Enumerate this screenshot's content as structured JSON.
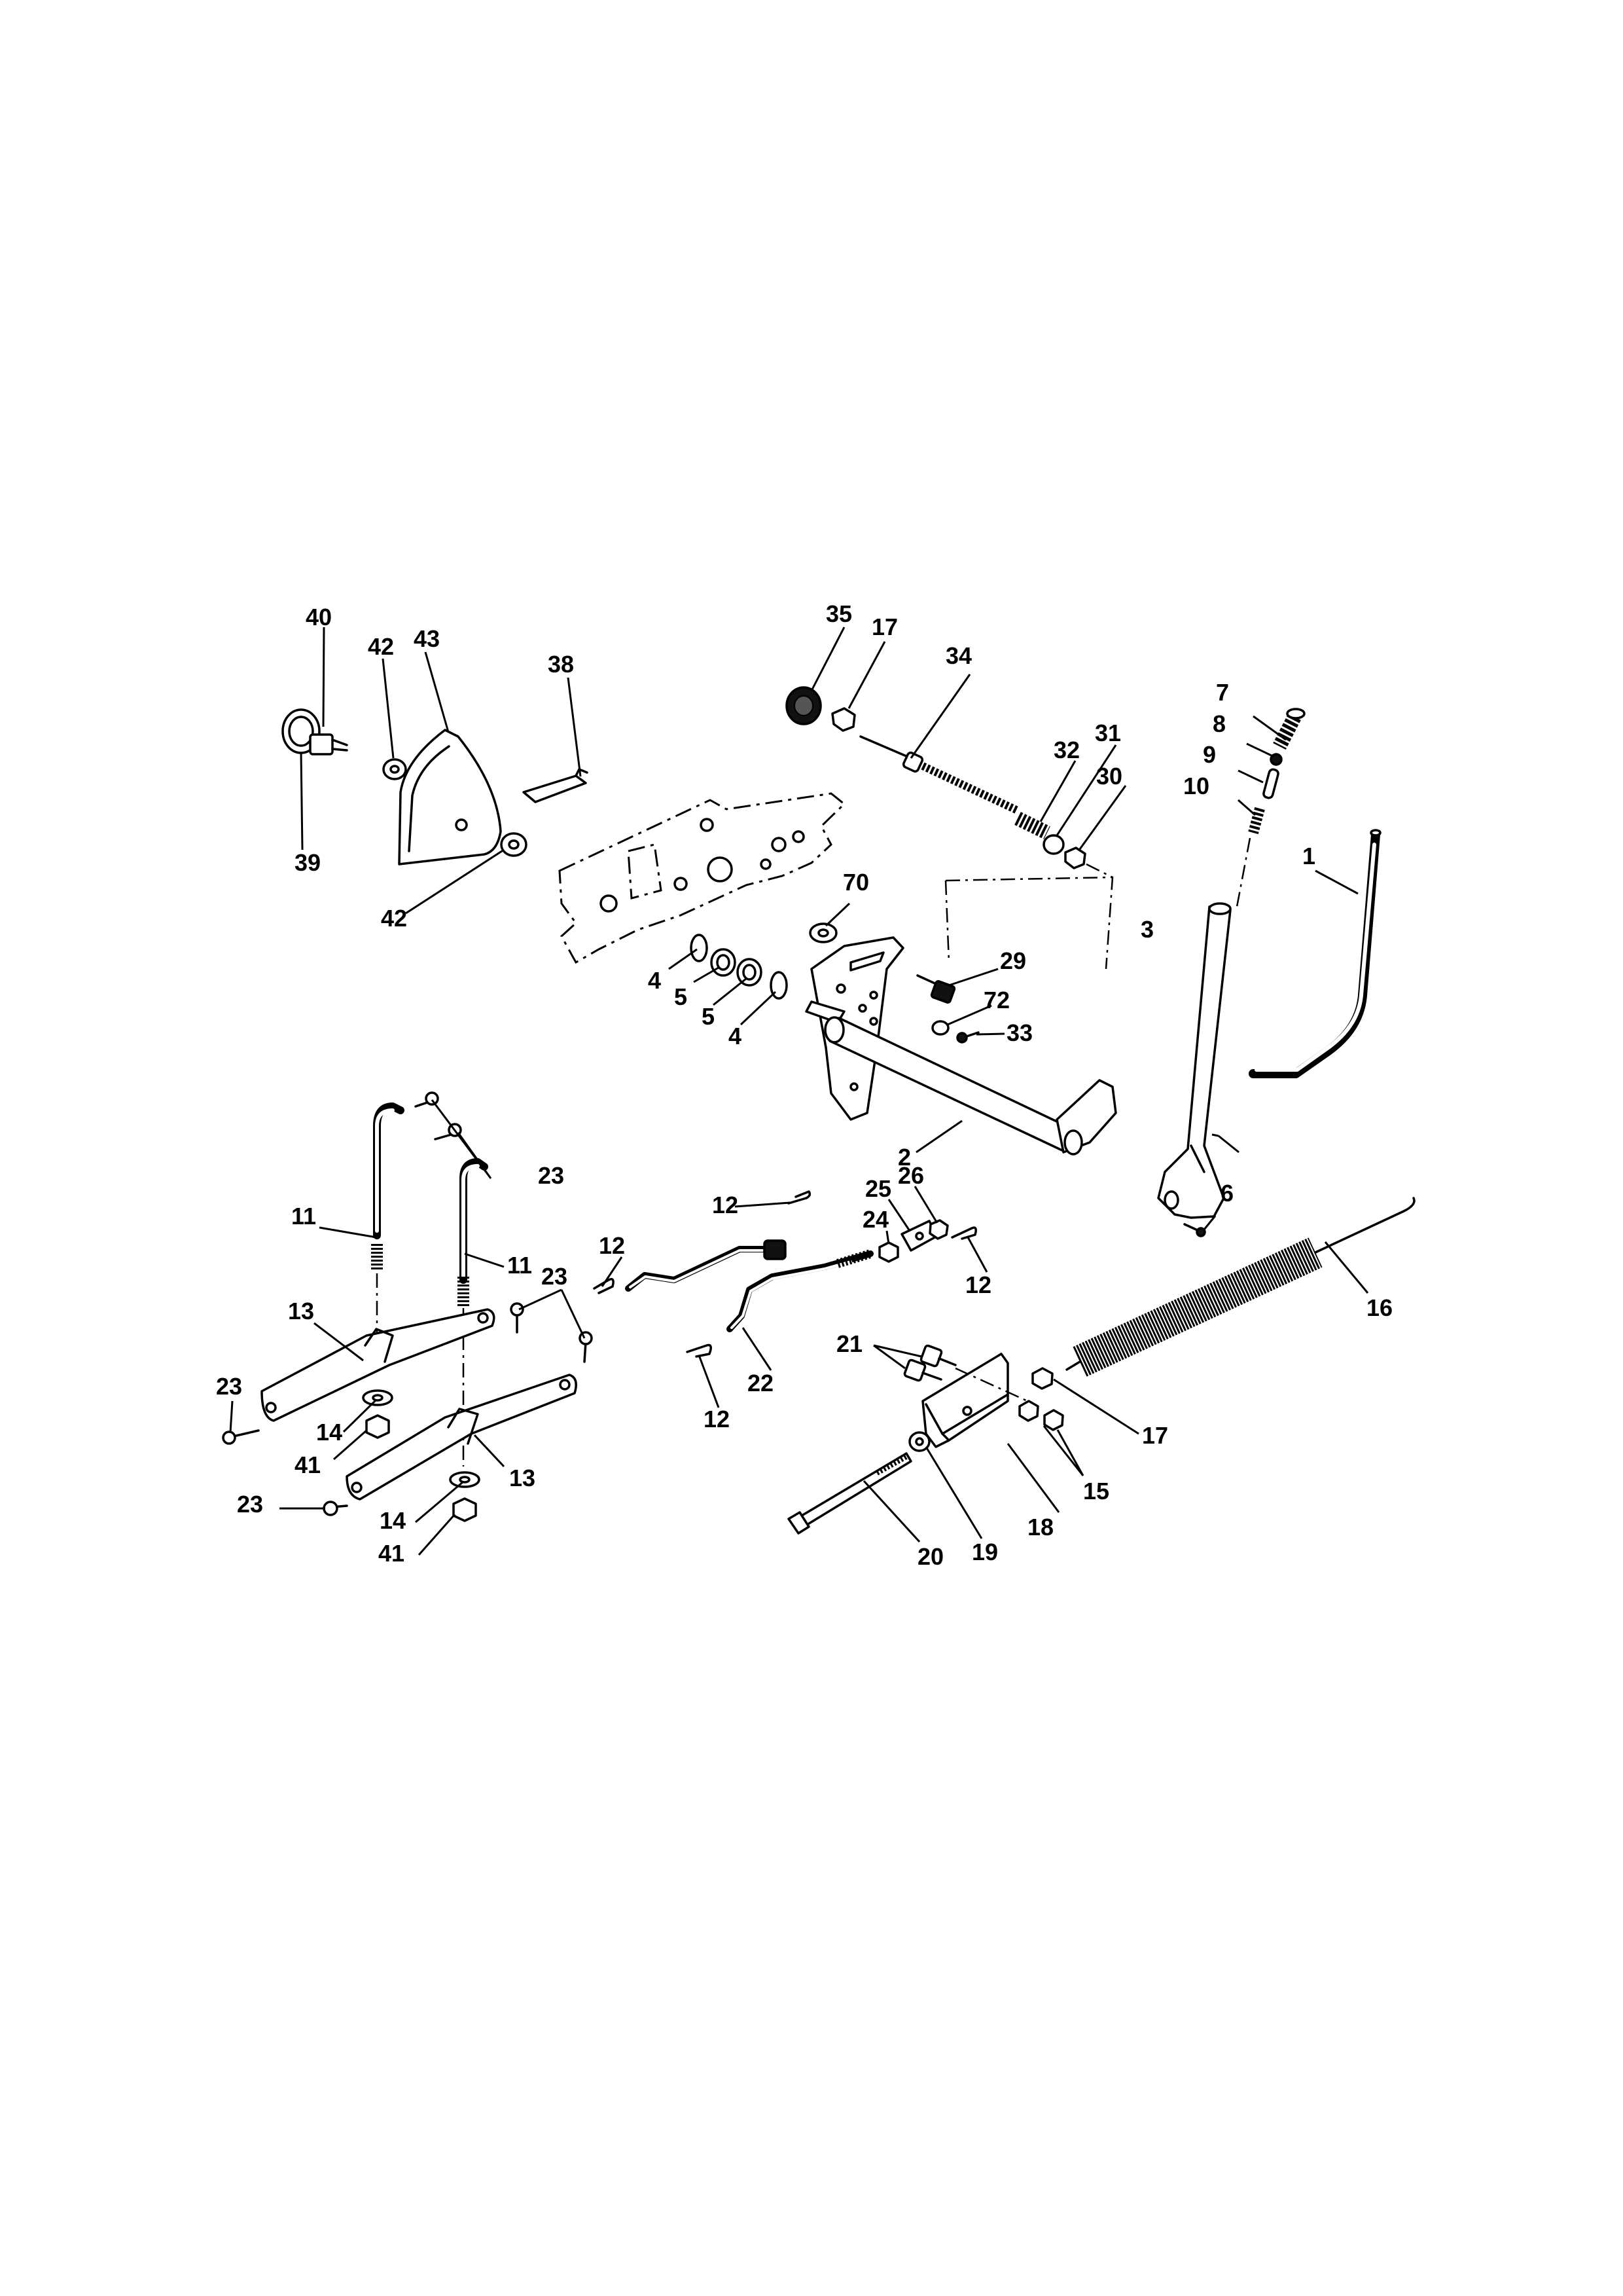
{
  "callouts": {
    "n1": "1",
    "n2": "2",
    "n3": "3",
    "n4a": "4",
    "n4b": "4",
    "n5a": "5",
    "n5b": "5",
    "n6": "6",
    "n7": "7",
    "n8": "8",
    "n9": "9",
    "n10": "10",
    "n11a": "11",
    "n11b": "11",
    "n12a": "12",
    "n12b": "12",
    "n12c": "12",
    "n12d": "12",
    "n13a": "13",
    "n13b": "13",
    "n14a": "14",
    "n14b": "14",
    "n15": "15",
    "n16": "16",
    "n17a": "17",
    "n17b": "17",
    "n18": "18",
    "n19": "19",
    "n20": "20",
    "n21": "21",
    "n22": "22",
    "n23a": "23",
    "n23b": "23",
    "n23c": "23",
    "n23d": "23",
    "n24": "24",
    "n25": "25",
    "n26": "26",
    "n29": "29",
    "n30": "30",
    "n31": "31",
    "n32": "32",
    "n33": "33",
    "n34": "34",
    "n35": "35",
    "n38": "38",
    "n39": "39",
    "n40": "40",
    "n41a": "41",
    "n41b": "41",
    "n42a": "42",
    "n42b": "42",
    "n43": "43",
    "n70": "70",
    "n72": "72"
  }
}
